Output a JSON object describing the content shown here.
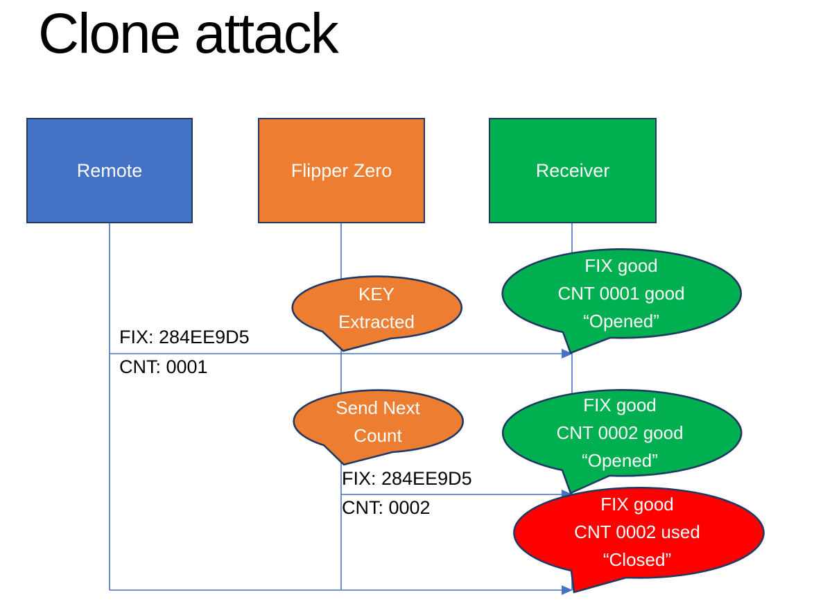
{
  "title": "Clone attack",
  "colors": {
    "blue": "#4472C4",
    "orange": "#ED7D31",
    "green": "#00B050",
    "red": "#FF0000",
    "navy": "#1F3864",
    "connector": "#4472C4",
    "title_text": "#000000",
    "label_text": "#000000",
    "bubble_text": "#FFFFFF"
  },
  "actors": [
    {
      "label": "Remote"
    },
    {
      "label": "Flipper Zero"
    },
    {
      "label": "Receiver"
    }
  ],
  "messages": [
    {
      "fix": "FIX: 284EE9D5",
      "cnt": "CNT: 0001"
    },
    {
      "fix": "FIX: 284EE9D5",
      "cnt": "CNT: 0002"
    }
  ],
  "callouts": [
    {
      "name": "key-extracted",
      "lines": [
        "KEY",
        "Extracted"
      ]
    },
    {
      "name": "cnt-0001-opened",
      "lines": [
        "FIX good",
        "CNT 0001 good",
        "“Opened”"
      ]
    },
    {
      "name": "send-next-count",
      "lines": [
        "Send Next",
        "Count"
      ]
    },
    {
      "name": "cnt-0002-opened",
      "lines": [
        "FIX good",
        "CNT 0002 good",
        "“Opened”"
      ]
    },
    {
      "name": "cnt-0002-closed",
      "lines": [
        "FIX good",
        "CNT 0002 used",
        "“Closed”"
      ]
    }
  ]
}
